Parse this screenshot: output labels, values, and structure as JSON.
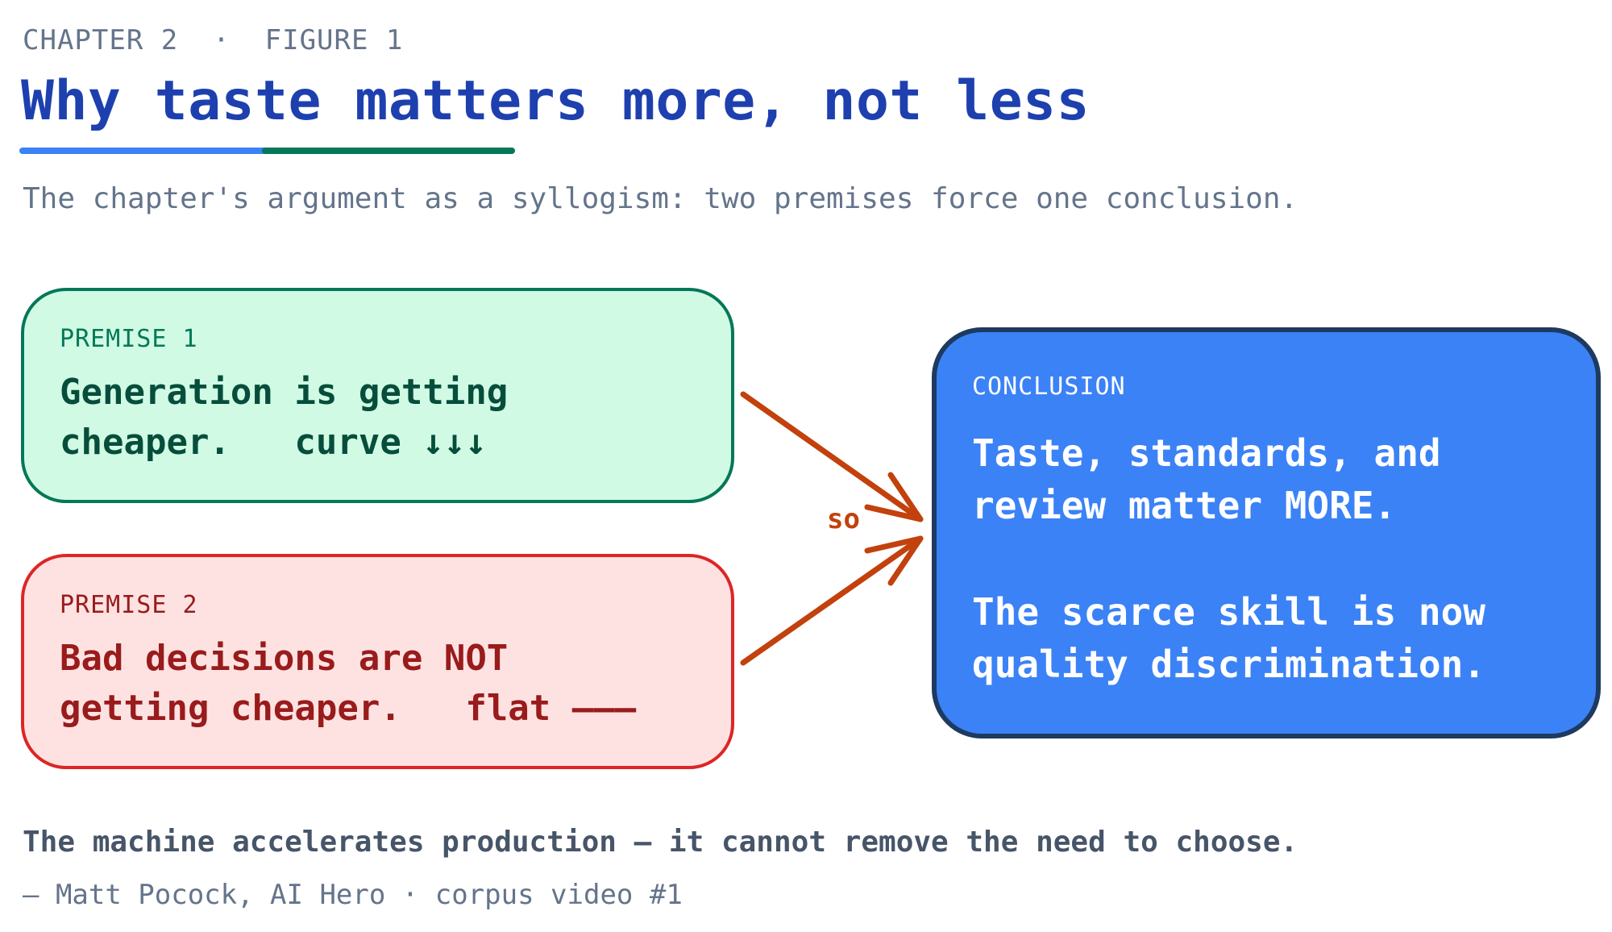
{
  "header": {
    "chapter": "CHAPTER 2",
    "separator": "·",
    "figure": "FIGURE 1",
    "title": "Why taste matters more, not less",
    "subtitle": "The chapter's argument as a syllogism: two premises force one conclusion."
  },
  "premise1": {
    "label": "PREMISE 1",
    "text": "Generation is getting\ncheaper.   curve ↓↓↓"
  },
  "premise2": {
    "label": "PREMISE 2",
    "text": "Bad decisions are NOT\ngetting cheaper.   flat ———"
  },
  "connector": {
    "label": "so"
  },
  "conclusion": {
    "label": "CONCLUSION",
    "text1": "Taste, standards, and\nreview matter MORE.",
    "text2": "The scarce skill is now\nquality discrimination."
  },
  "footer": {
    "quote": "The machine accelerates production — it cannot remove the need to choose.",
    "attribution": "— Matt Pocock, AI Hero · corpus video #1"
  },
  "colors": {
    "title": "#1e40af",
    "premise1_fill": "#d1fae5",
    "premise1_stroke": "#047857",
    "premise2_fill": "#fee2e2",
    "premise2_stroke": "#dc2626",
    "conclusion_fill": "#3b82f6",
    "conclusion_stroke": "#1e3a5f",
    "arrow": "#c2410c"
  }
}
